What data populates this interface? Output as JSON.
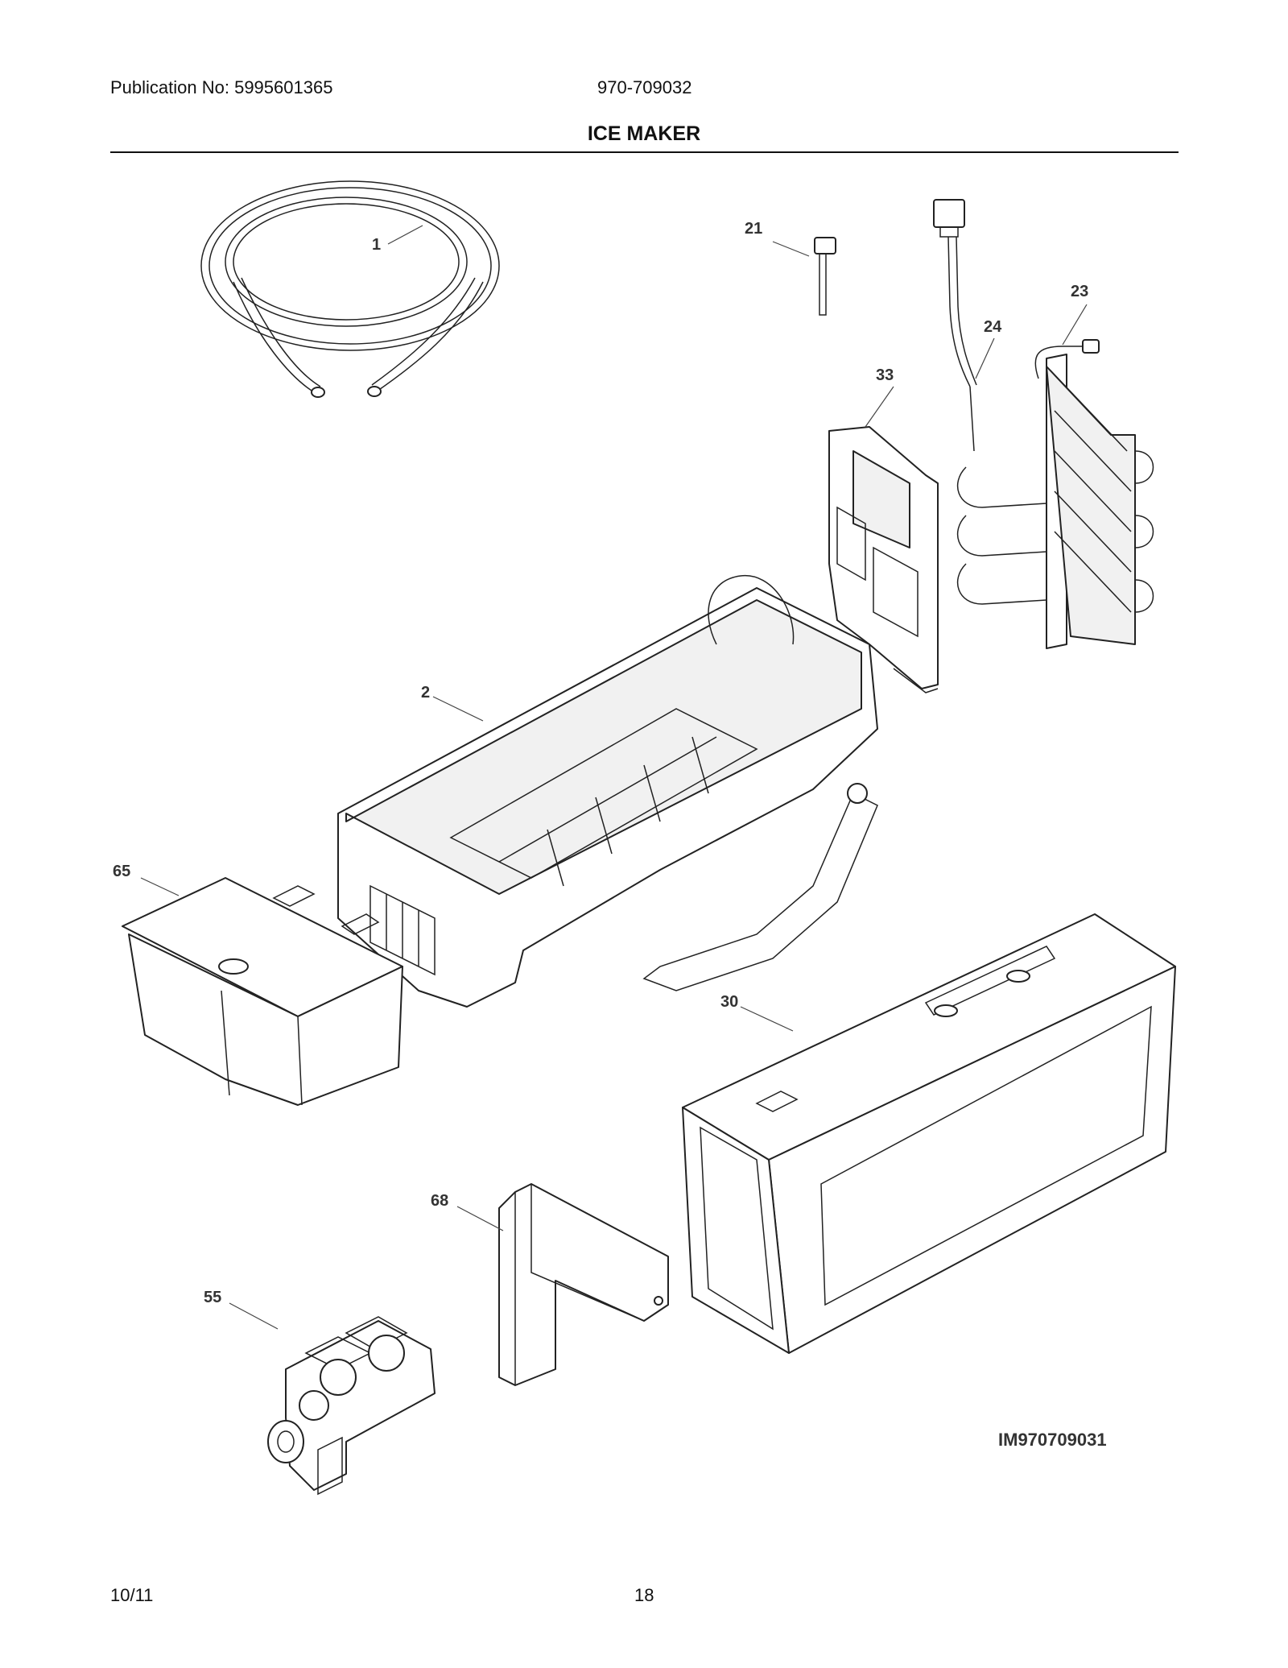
{
  "header": {
    "publication": "Publication No: 5995601365",
    "model": "970-709032",
    "title": "ICE MAKER"
  },
  "footer": {
    "date": "10/11",
    "page": "18"
  },
  "diagram": {
    "reference_id": "IM970709031",
    "callouts": {
      "water_tube": "1",
      "ice_maker_assembly": "2",
      "clip": "21",
      "evaporator": "23",
      "heater_harness": "24",
      "ice_container_front": "30",
      "air_duct_cover": "33",
      "water_valve": "55",
      "ice_bucket": "65",
      "cover": "68"
    }
  }
}
